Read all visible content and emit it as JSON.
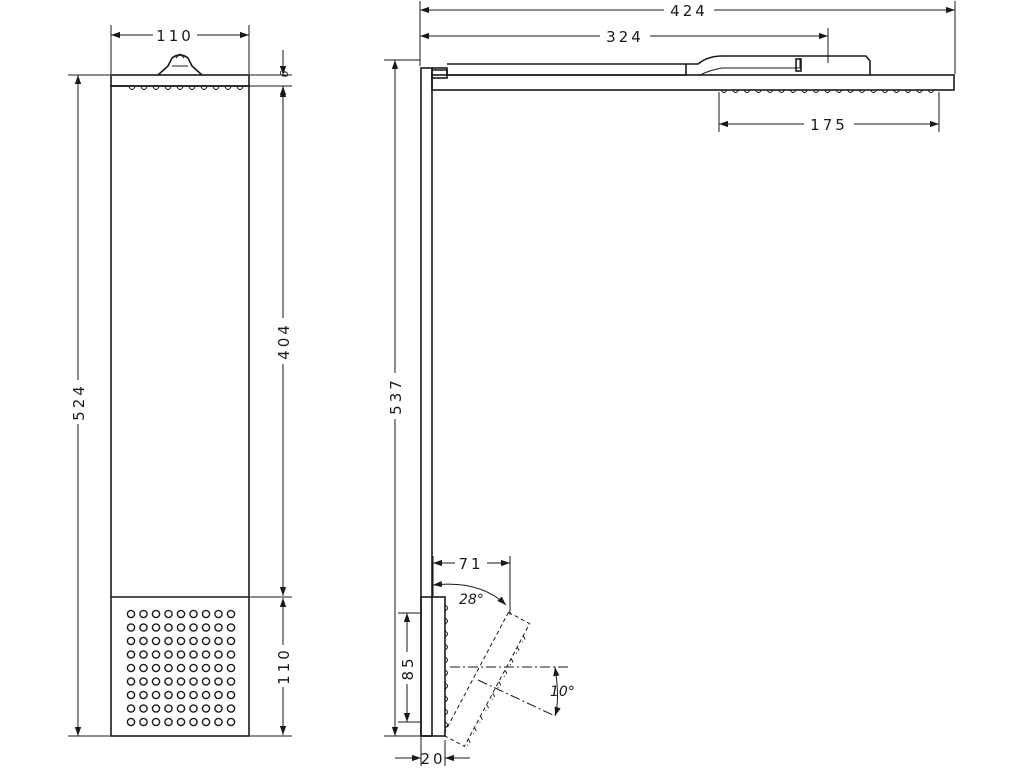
{
  "views": {
    "front": {
      "dimensions": {
        "width_top": "110",
        "total_height": "524",
        "upper_height": "404",
        "lower_height": "110",
        "top_thickness": "6"
      }
    },
    "side": {
      "dimensions": {
        "total_length": "424",
        "arm_length": "324",
        "head_spray": "175",
        "total_height": "537",
        "hand_height": "85",
        "hand_depth": "20",
        "tilt_offset": "71",
        "tilt_angle": "28°",
        "spray_angle": "10°"
      }
    }
  }
}
